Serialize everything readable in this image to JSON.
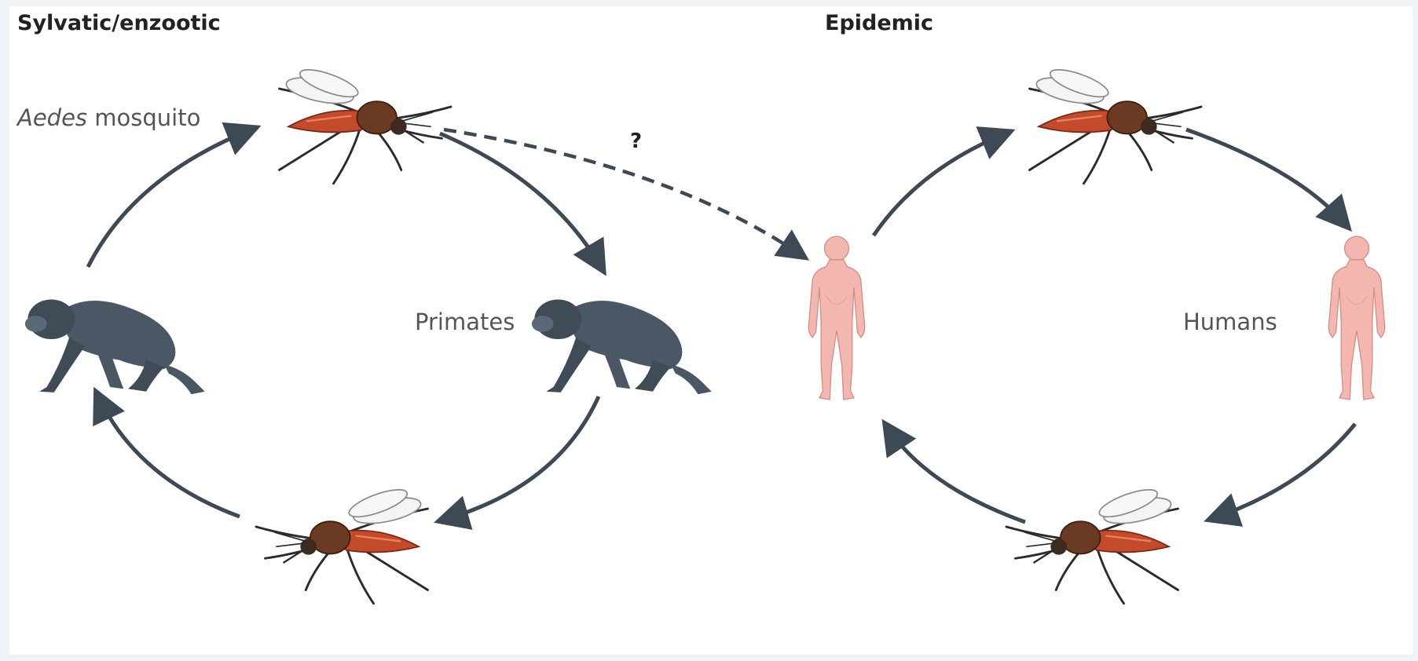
{
  "sylvatic": {
    "title": "Sylvatic/enzootic",
    "vector_label_italic": "Aedes",
    "vector_label_rest": " mosquito",
    "host_label": "Primates"
  },
  "epidemic": {
    "title": "Epidemic",
    "host_label": "Humans"
  },
  "spillover": {
    "label": "?"
  },
  "colors": {
    "arrow": "#3d4a55",
    "primate": "#4a5865",
    "human": "#f4b7b0",
    "mosquito_body": "#6b3a22",
    "mosquito_abdomen": "#c44a2c",
    "wing": "#f0f0f0"
  }
}
